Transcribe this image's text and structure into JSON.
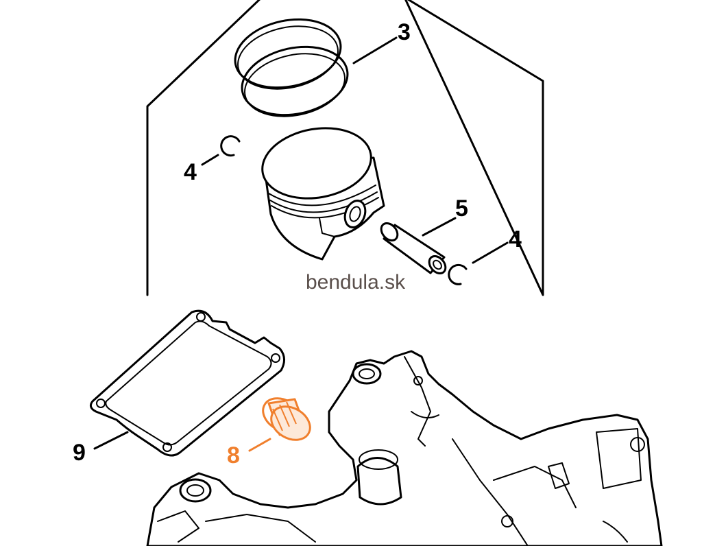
{
  "watermark": "bendula.sk",
  "highlight_color": "#f07f2d",
  "callouts": {
    "piston_rings": "3",
    "circlip_left": "4",
    "piston_pin": "5",
    "circlip_right": "4",
    "needle_cage": "8",
    "gasket": "9"
  }
}
